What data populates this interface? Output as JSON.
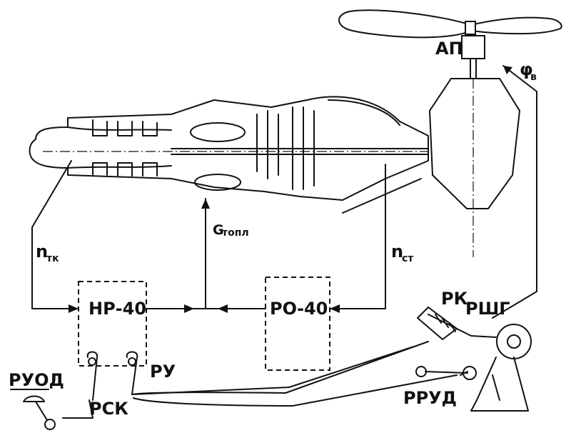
{
  "labels": {
    "ap": "АП",
    "phi": "φ",
    "phi_sub": "в",
    "n_tk": "n",
    "n_tk_sub": "тк",
    "g_fuel": "G",
    "g_fuel_sub": "топл",
    "n_st": "n",
    "n_st_sub": "ст",
    "nr40": "НР-40",
    "ro40": "РО-40",
    "rk": "РК",
    "rshg": "РШГ",
    "ru": "РУ",
    "ruod": "РУОД",
    "rsk": "РСК",
    "rrud": "РРУД"
  }
}
